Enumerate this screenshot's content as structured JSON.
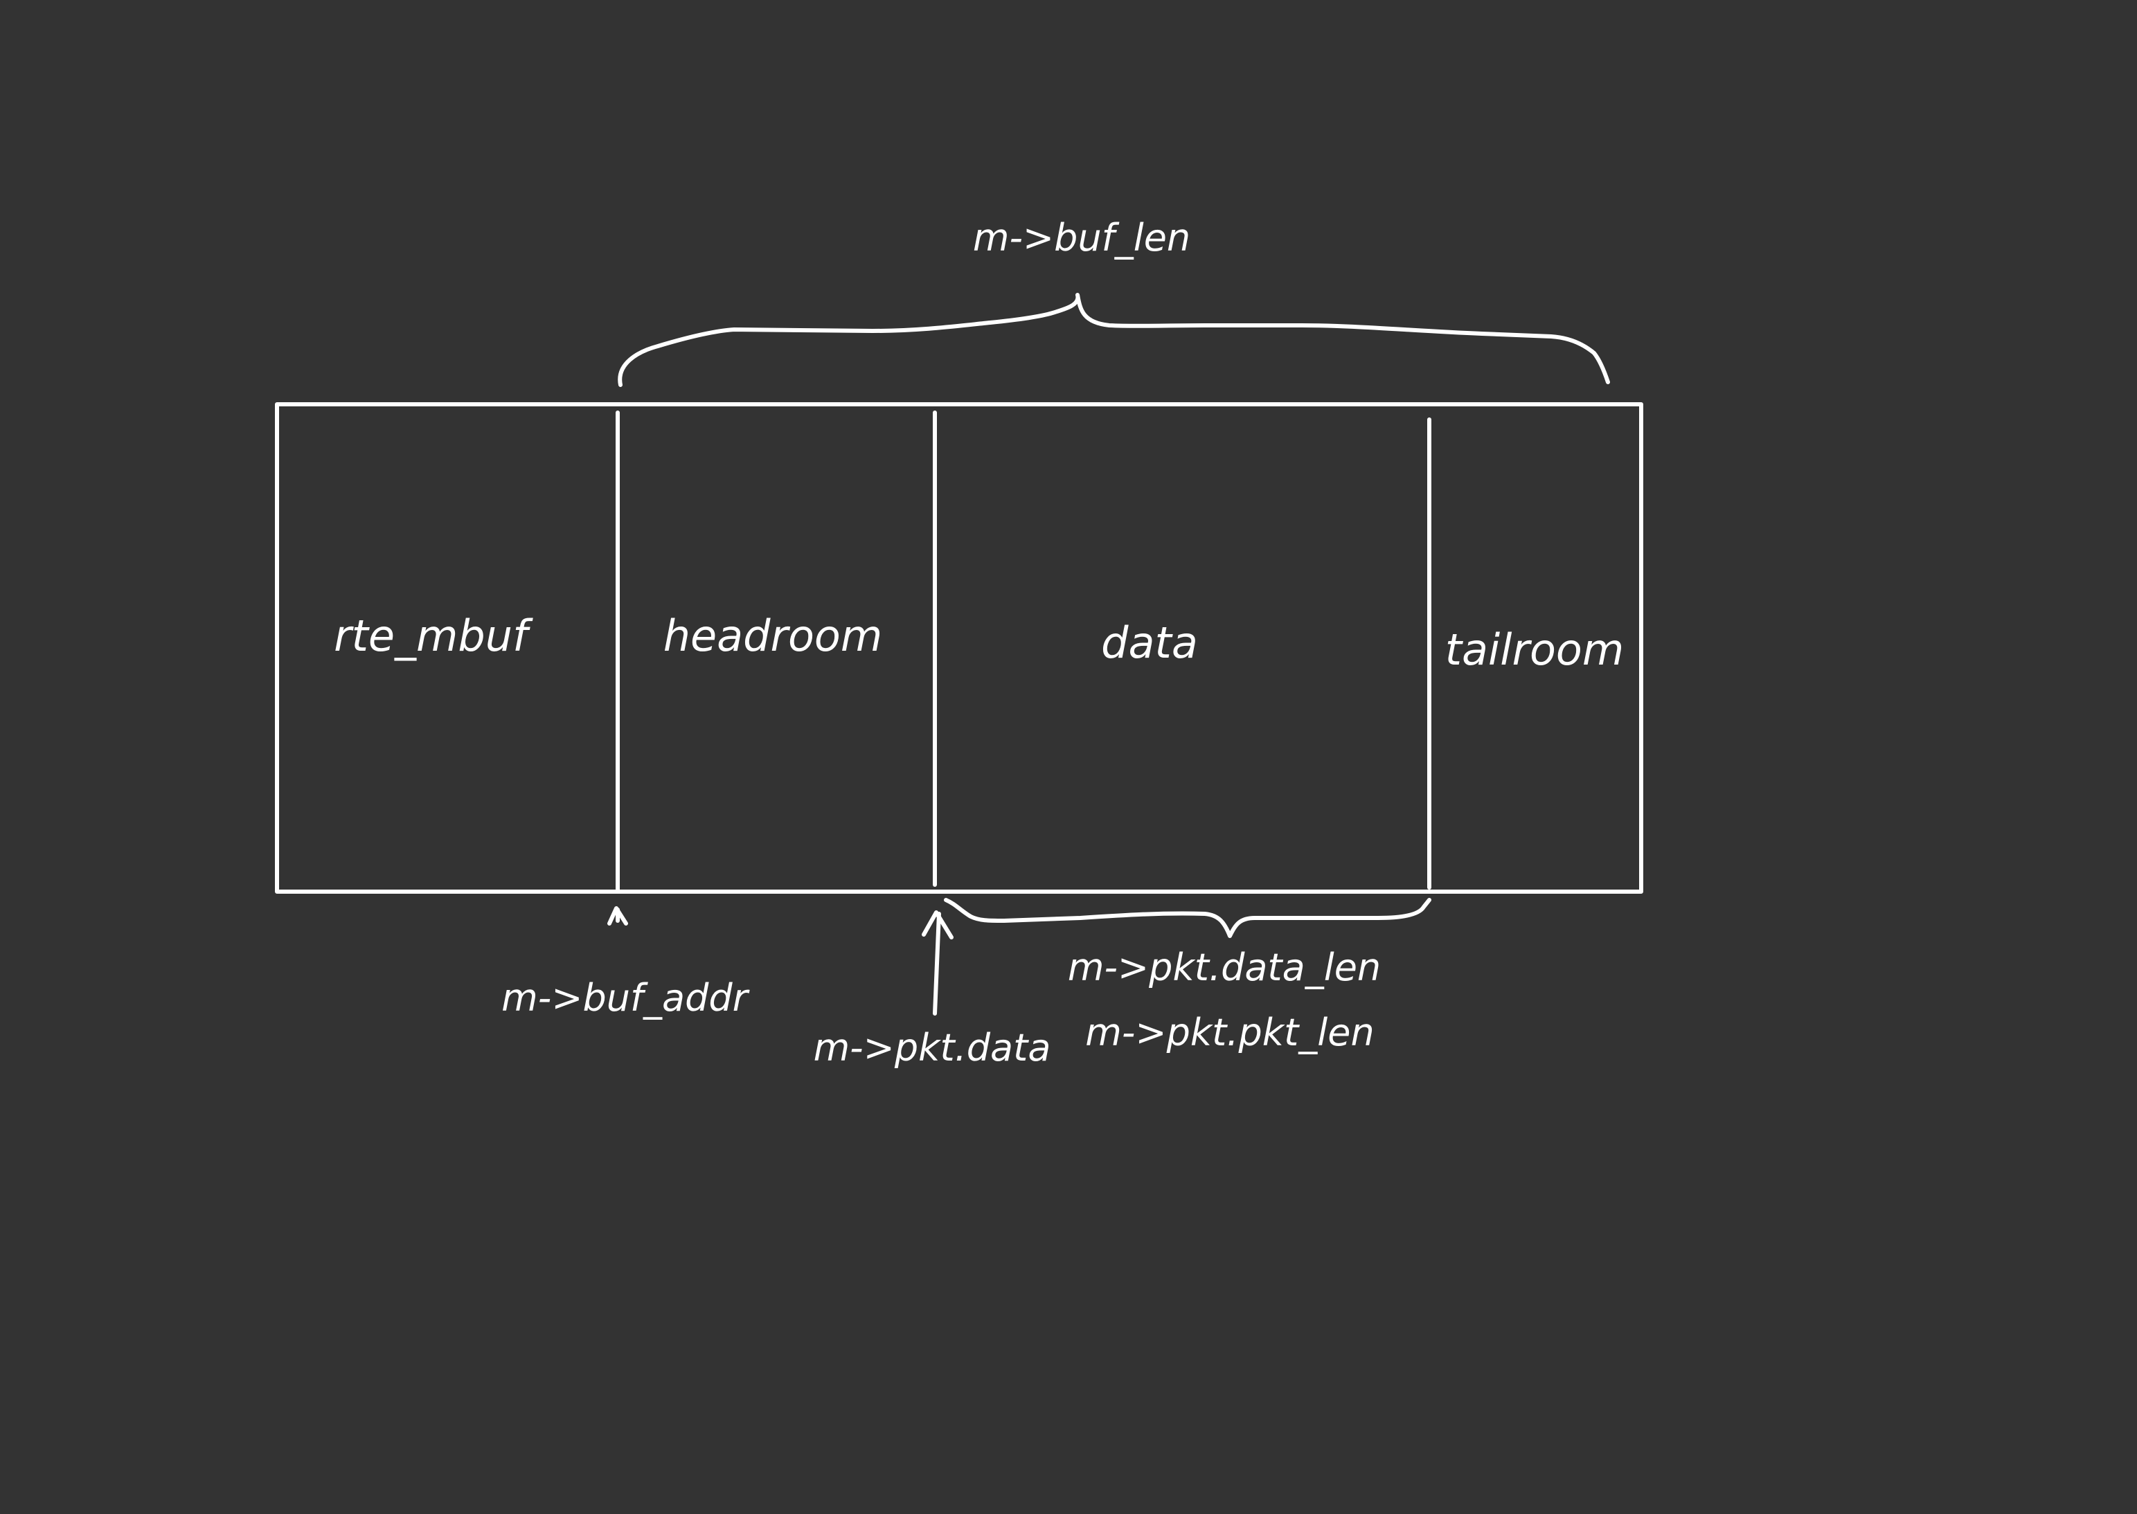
{
  "colors": {
    "background": "#333333",
    "ink": "#ffffff"
  },
  "segments": {
    "rte_mbuf": "rte_mbuf",
    "headroom": "headroom",
    "data": "data",
    "tailroom": "tailroom"
  },
  "annotations": {
    "buf_len": "m->buf_len",
    "buf_addr": "m->buf_addr",
    "pkt_data": "m->pkt.data",
    "pkt_data_len": "m->pkt.data_len",
    "pkt_pkt_len": "m->pkt.pkt_len"
  }
}
